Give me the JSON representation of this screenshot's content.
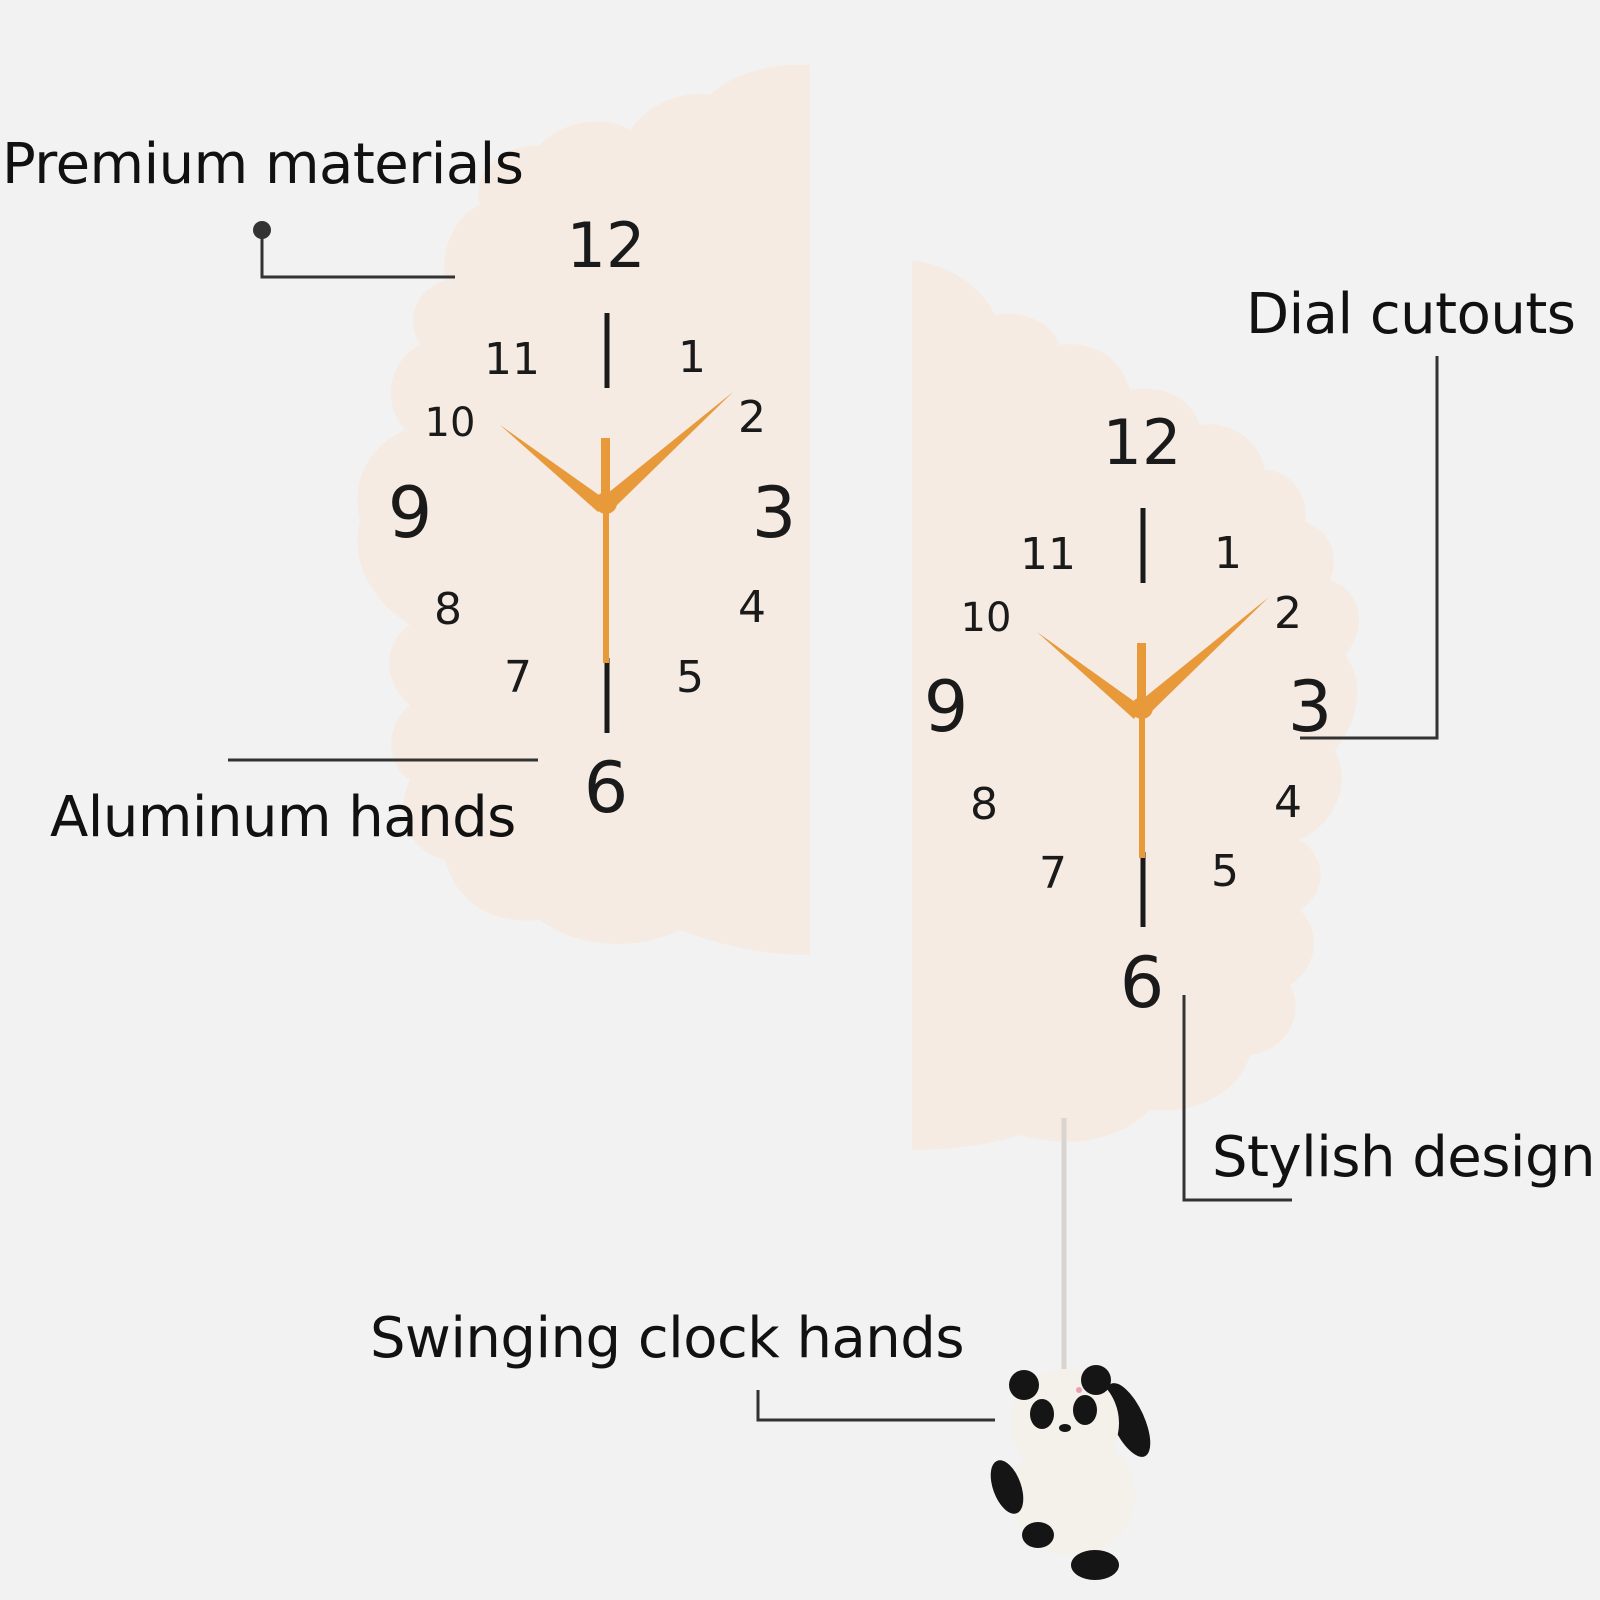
{
  "callouts": {
    "premium_materials": "Premium materials",
    "dial_cutouts": "Dial cutouts",
    "aluminum_hands": "Aluminum hands",
    "stylish_design": "Stylish design",
    "swinging_clock_hands": "Swinging clock hands"
  },
  "dial_numbers": [
    "12",
    "1",
    "2",
    "3",
    "4",
    "5",
    "6",
    "7",
    "8",
    "9",
    "10",
    "11"
  ],
  "colors": {
    "background": "#f2f2f2",
    "dial_face": "#f5ebe3",
    "hands": "#e89a3a",
    "text": "#111111",
    "leader_line": "#333333",
    "panda_black": "#151515",
    "panda_white": "#f4f0ea"
  },
  "icons": {
    "pendulum": "panda-pendulum-icon",
    "leader_dot": "leader-dot-icon"
  }
}
